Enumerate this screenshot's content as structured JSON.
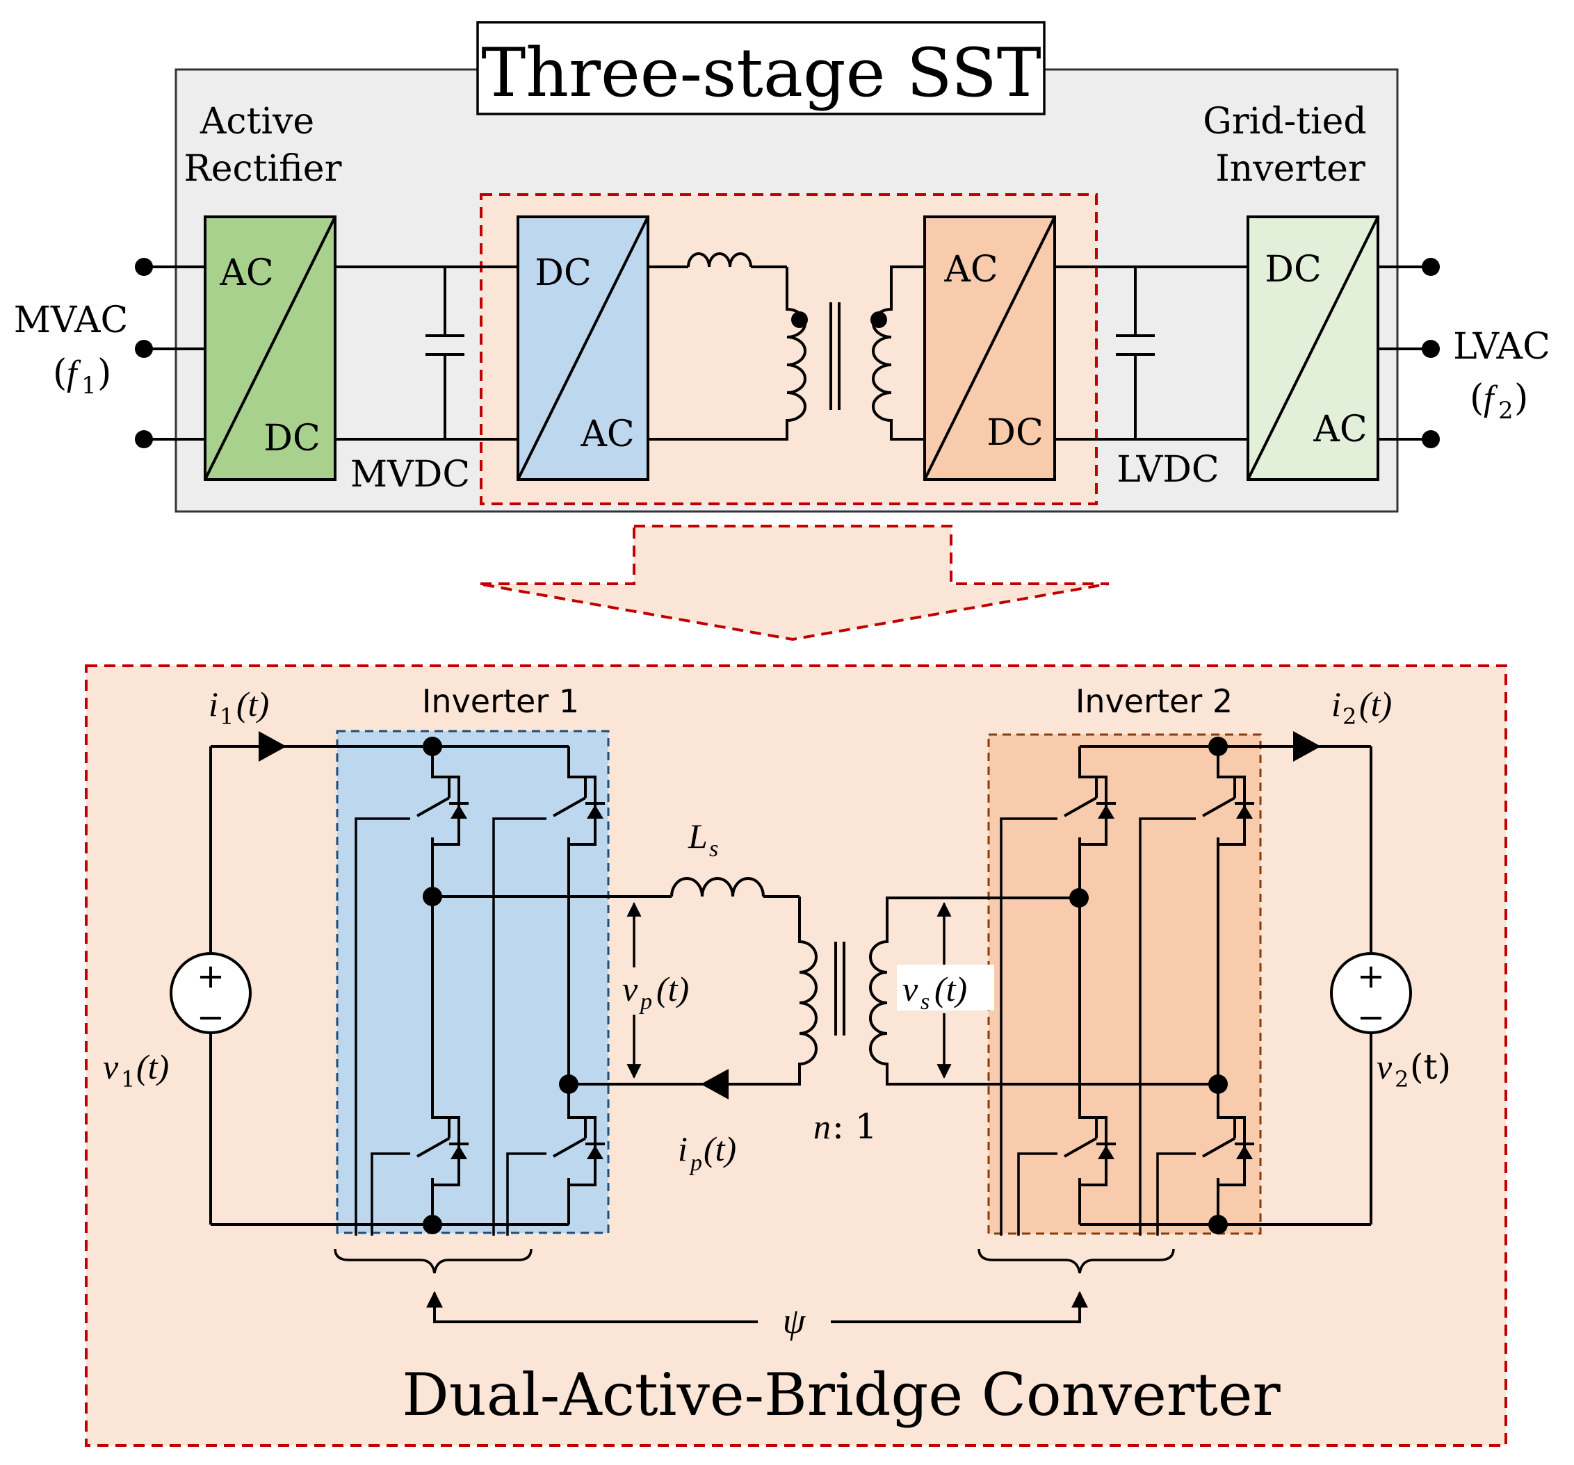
{
  "sst": {
    "title": "Three-stage SST",
    "rectifier_label_line1": "Active",
    "rectifier_label_line2": "Rectifier",
    "inverter_label_line1": "Grid-tied",
    "inverter_label_line2": "Inverter",
    "mvac": "MVAC",
    "mvac_freq": "f",
    "mvac_freq_sub": "1",
    "lvac": "LVAC",
    "lvac_freq": "f",
    "lvac_freq_sub": "2",
    "mvdc": "MVDC",
    "lvdc": "LVDC",
    "block1_top": "AC",
    "block1_bottom": "DC",
    "block2_top": "DC",
    "block2_bottom": "AC",
    "block3_top": "AC",
    "block3_bottom": "DC",
    "block4_top": "DC",
    "block4_bottom": "AC"
  },
  "dab": {
    "title": "Dual-Active-Bridge Converter",
    "inverter1": "Inverter 1",
    "inverter2": "Inverter 2",
    "i1": "i",
    "i1_sub": "1",
    "i1_arg": "(t)",
    "i2": "i",
    "i2_sub": "2",
    "i2_arg": "(t)",
    "v1": "v",
    "v1_sub": "1",
    "v1_arg": "(t)",
    "v2": "v",
    "v2_sub": "2",
    "v2_arg": "(t)",
    "ls": "L",
    "ls_sub": "s",
    "vp": "v",
    "vp_sub": "p",
    "vp_arg": "(t)",
    "vs": "v",
    "vs_sub": "s",
    "vs_arg": "(t)",
    "ip": "i",
    "ip_sub": "p",
    "ip_arg": "(t)",
    "ratio_n": "n",
    "ratio_rest": ": 1",
    "psi": "ψ",
    "plus": "+",
    "minus": "−"
  },
  "colors": {
    "rectifier_green": "#a9d18e",
    "dc_ac_blue": "#bdd7ee",
    "ac_dc_orange": "#f8cbad",
    "inverter_light_green": "#e2f0d9",
    "sst_background": "#ededed",
    "highlight_fill": "#fbe5d6",
    "highlight_border": "#c00000",
    "inverter1_fill": "#bdd7ee",
    "inverter1_border": "#1f4e79",
    "inverter2_fill": "#f8cbad",
    "inverter2_border": "#843c0c"
  }
}
